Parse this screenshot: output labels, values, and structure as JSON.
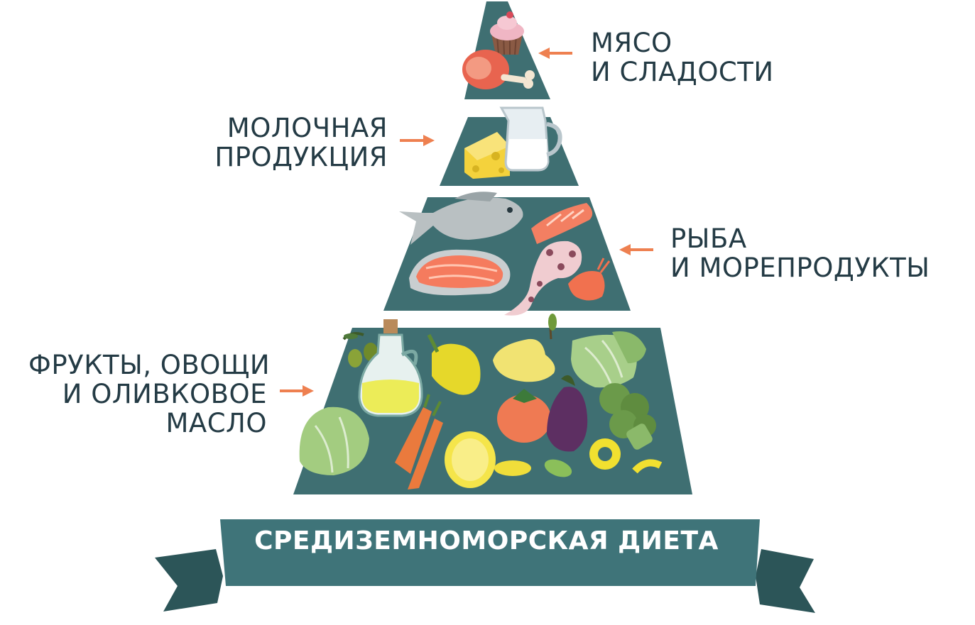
{
  "colors": {
    "tier": "#3f6f72",
    "banner": "#3f7479",
    "banner_fold": "#2c5558",
    "arrow": "#ee8050",
    "text": "#243b45"
  },
  "labels": {
    "meat_sweets": [
      "МЯСО",
      "И СЛАДОСТИ"
    ],
    "dairy": [
      "МОЛОЧНАЯ",
      "ПРОДУКЦИЯ"
    ],
    "fish": [
      "РЫБА",
      "И МОРЕПРОДУКТЫ"
    ],
    "fruits": [
      "ФРУКТЫ, ОВОЩИ",
      "И ОЛИВКОВОЕ",
      "МАСЛО"
    ]
  },
  "banner": {
    "title": "СРЕДИЗЕМНОМОРСКАЯ ДИЕТА"
  },
  "icons": [
    "cupcake-icon",
    "ham-icon",
    "cheese-icon",
    "milk-jug-icon",
    "fish-icon",
    "salmon-fillet-icon",
    "salmon-steak-icon",
    "octopus-icon",
    "shrimp-icon",
    "olives-icon",
    "olive-oil-bottle-icon",
    "bell-pepper-icon",
    "pear-icon",
    "lettuce-icon",
    "carrot-icon",
    "tomato-icon",
    "eggplant-icon",
    "broccoli-icon",
    "lemon-icon",
    "pepper-ring-icon"
  ]
}
